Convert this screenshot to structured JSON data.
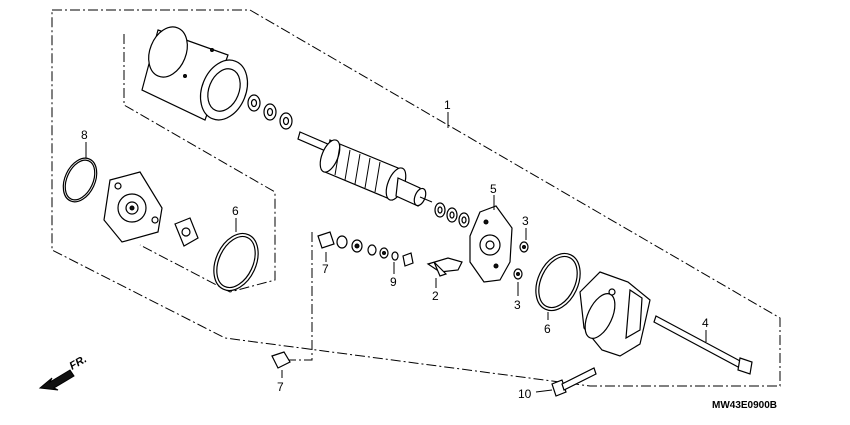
{
  "diagram": {
    "callouts": {
      "c1": "1",
      "c2": "2",
      "c3a": "3",
      "c3b": "3",
      "c4": "4",
      "c5": "5",
      "c6a": "6",
      "c6b": "6",
      "c7a": "7",
      "c7b": "7",
      "c8": "8",
      "c9": "9",
      "c10": "10"
    },
    "front_indicator": "FR.",
    "diagram_code": "MW43E0900B"
  },
  "colors": {
    "line": "#000000",
    "background": "#ffffff"
  },
  "icons": {
    "front_arrow": "arrow-down-left-icon"
  }
}
